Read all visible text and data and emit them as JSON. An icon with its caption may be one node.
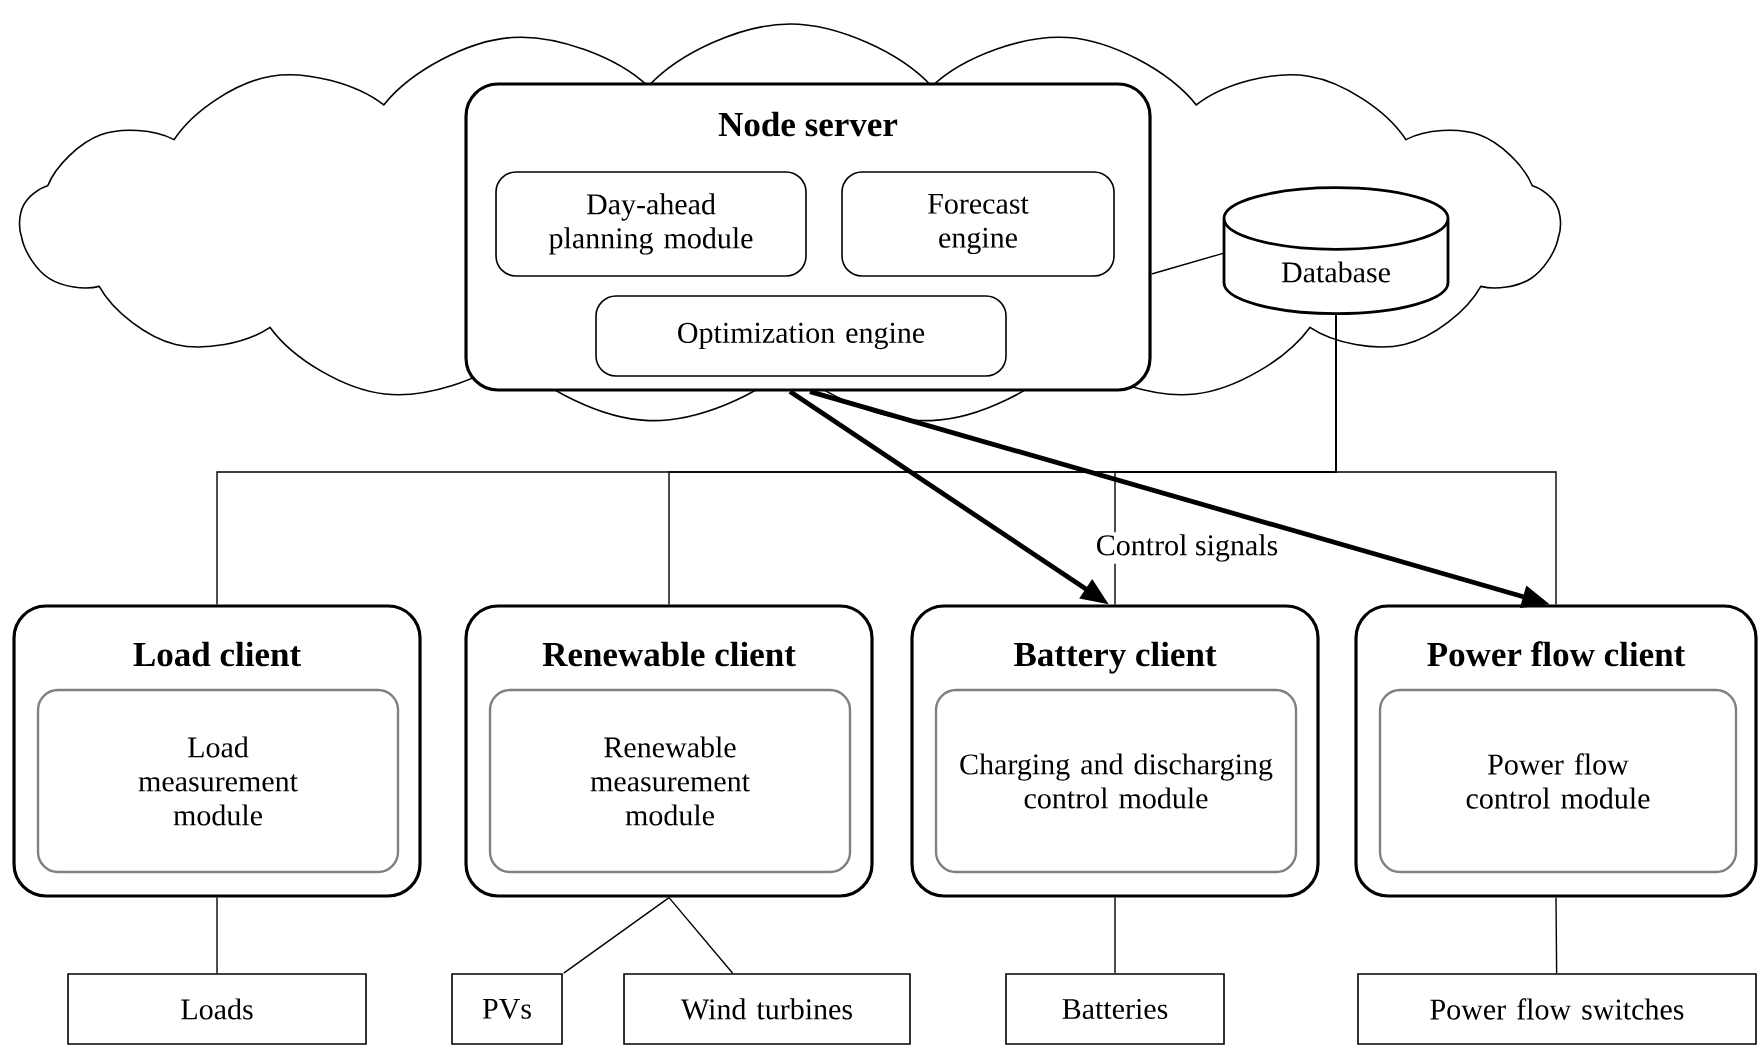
{
  "diagram": {
    "nodes": [
      {
        "text": [],
        "shape": "cloud"
      },
      {
        "text": [
          "Node server"
        ],
        "in": 0
      },
      {
        "text": [
          "Day-ahead planning module"
        ],
        "in": 1
      },
      {
        "text": [
          "Forecast engine"
        ],
        "in": 1
      },
      {
        "text": [
          "Optimization engine"
        ],
        "in": 1
      },
      {
        "text": [
          "Database"
        ],
        "in": 0
      },
      {
        "text": [
          "Load client"
        ]
      },
      {
        "text": [
          "Load measurement module"
        ],
        "in": 6
      },
      {
        "text": [
          "Renewable client"
        ]
      },
      {
        "text": [
          "Renewable measurement module"
        ],
        "in": 8
      },
      {
        "text": [
          "Battery client"
        ]
      },
      {
        "text": [
          "Charging and discharging control module"
        ],
        "in": 10
      },
      {
        "text": [
          "Power flow client"
        ]
      },
      {
        "text": [
          "Power flow control module"
        ],
        "in": 12
      },
      {
        "text": [
          "Loads"
        ]
      },
      {
        "text": [
          "PVs"
        ]
      },
      {
        "text": [
          "Wind turbines"
        ]
      },
      {
        "text": [
          "Batteries"
        ]
      },
      {
        "text": [
          "Power flow switches"
        ]
      }
    ],
    "edges": [
      {
        "from": 1,
        "to": 5,
        "arrow": "none"
      },
      {
        "from": 5,
        "to": 6,
        "arrow": "none"
      },
      {
        "from": 5,
        "to": 8,
        "arrow": "none"
      },
      {
        "from": 5,
        "to": 10,
        "arrow": "none"
      },
      {
        "from": 5,
        "to": 12,
        "arrow": "none"
      },
      {
        "from": 1,
        "to": 10,
        "arrow": "to",
        "style": "thick",
        "label": "Control signals"
      },
      {
        "from": 1,
        "to": 12,
        "arrow": "to",
        "style": "thick"
      },
      {
        "from": 6,
        "to": 14,
        "arrow": "none"
      },
      {
        "from": 8,
        "to": 15,
        "arrow": "none"
      },
      {
        "from": 8,
        "to": 16,
        "arrow": "none"
      },
      {
        "from": 10,
        "to": 17,
        "arrow": "none"
      },
      {
        "from": 12,
        "to": 18,
        "arrow": "none"
      }
    ]
  }
}
